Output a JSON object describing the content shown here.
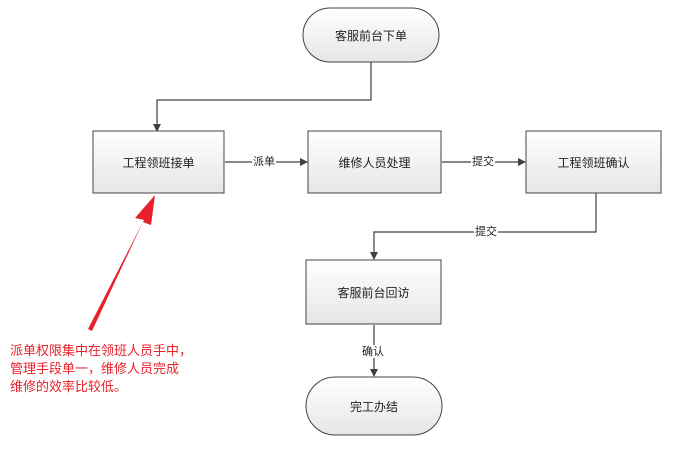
{
  "nodes": {
    "start": "客服前台下单",
    "team_receive": "工程领班接单",
    "repair": "维修人员处理",
    "team_confirm": "工程领班确认",
    "revisit": "客服前台回访",
    "end": "完工办结"
  },
  "edges": {
    "dispatch": "派单",
    "submit1": "提交",
    "submit2": "提交",
    "confirm": "确认"
  },
  "note": {
    "line1": "派单权限集中在领班人员手中，",
    "line2": "管理手段单一，维修人员完成",
    "line3": "维修的效率比较低。"
  },
  "colors": {
    "box_fill_top": "#ffffff",
    "box_fill_bottom": "#e9e9e9",
    "line": "#404040",
    "annotation": "#e8202a"
  }
}
